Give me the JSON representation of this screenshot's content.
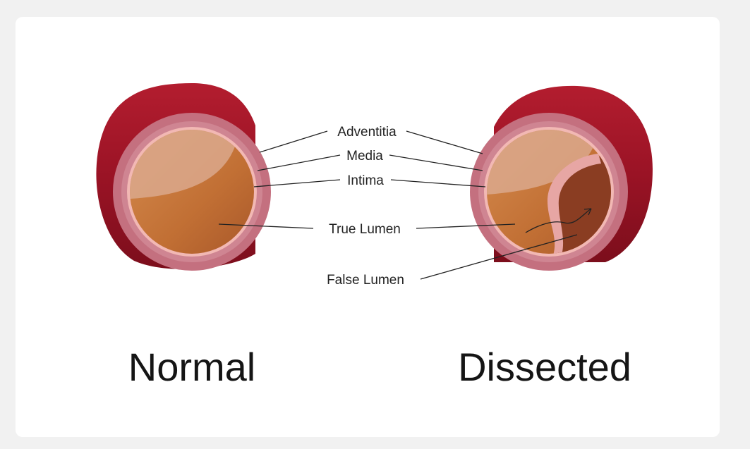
{
  "labels": {
    "adventitia": "Adventitia",
    "media": "Media",
    "intima": "Intima",
    "true_lumen": "True Lumen",
    "false_lumen": "False Lumen"
  },
  "captions": {
    "normal": "Normal",
    "dissected": "Dissected"
  },
  "colors": {
    "adventitia": "#a3172a",
    "media": "#cd7d8b",
    "intima": "#f0b3b0",
    "lumen": "#c7783c",
    "background": "#f1f1f1",
    "card": "#ffffff"
  }
}
